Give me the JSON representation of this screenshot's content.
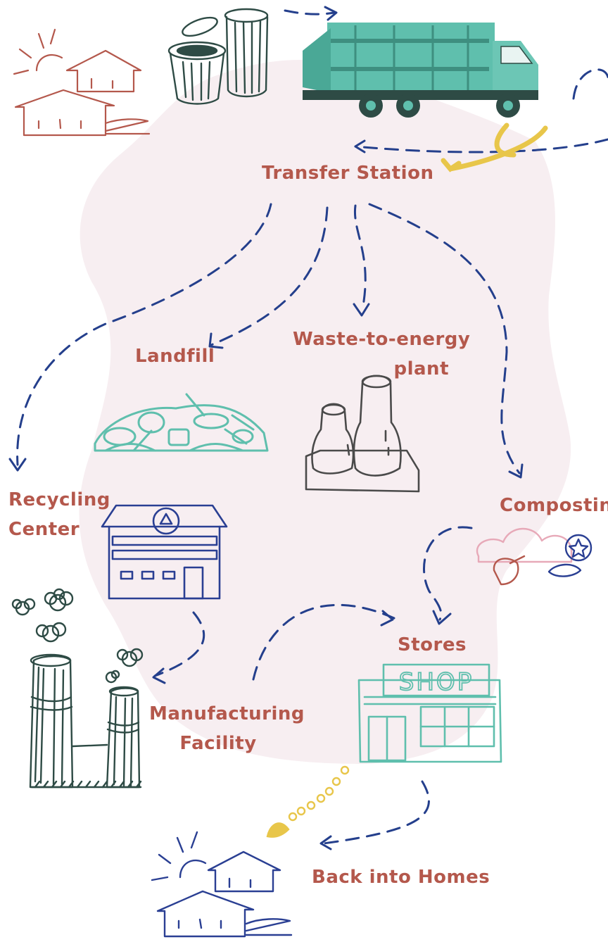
{
  "colors": {
    "label": "#b4584c",
    "arrow": "#243f8c",
    "teal": "#5fbfad",
    "navy": "#2a3f93",
    "dark": "#2e4b45",
    "yellow": "#e8c64a",
    "blob": "#f7eef1",
    "pink": "#e7a9b8",
    "house_red": "#b4584c"
  },
  "labels": {
    "transfer_station": "Transfer Station",
    "landfill": "Landfill",
    "waste_to_energy_1": "Waste-to-energy",
    "waste_to_energy_2": "plant",
    "recycling_1": "Recycling",
    "recycling_2": "Center",
    "composting": "Composting",
    "stores": "Stores",
    "manufacturing_1": "Manufacturing",
    "manufacturing_2": "Facility",
    "back_into_homes": "Back into Homes"
  },
  "icons": {
    "houses_top": "houses-sun-icon",
    "trash_cans": "trash-cans-icon",
    "garbage_truck": "garbage-truck-icon",
    "landfill": "landfill-pile-icon",
    "power_plant": "cooling-towers-icon",
    "recycling_building": "recycling-center-icon",
    "compost": "compost-icon",
    "factory": "factory-chimneys-icon",
    "shop": "shop-icon",
    "houses_bottom": "houses-sun-icon",
    "coins": "coins-icon"
  },
  "shop_sign": "SHOP"
}
